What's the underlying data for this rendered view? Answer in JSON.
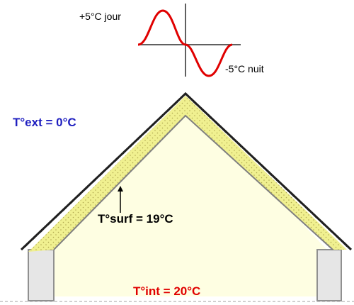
{
  "sine_graph": {
    "day_label": "+5°C jour",
    "night_label": "-5°C nuit",
    "wave_color": "#e00000"
  },
  "temperatures": {
    "exterior": "T°ext = 0°C",
    "surface": "T°surf = 19°C",
    "interior": "T°int = 20°C"
  },
  "colors": {
    "exterior_text": "#2020c0",
    "interior_text": "#e00000",
    "surface_text": "#000000",
    "insulation": "#f0f090",
    "interior_fill": "#fefee2",
    "wall_fill": "#e6e6e6"
  }
}
